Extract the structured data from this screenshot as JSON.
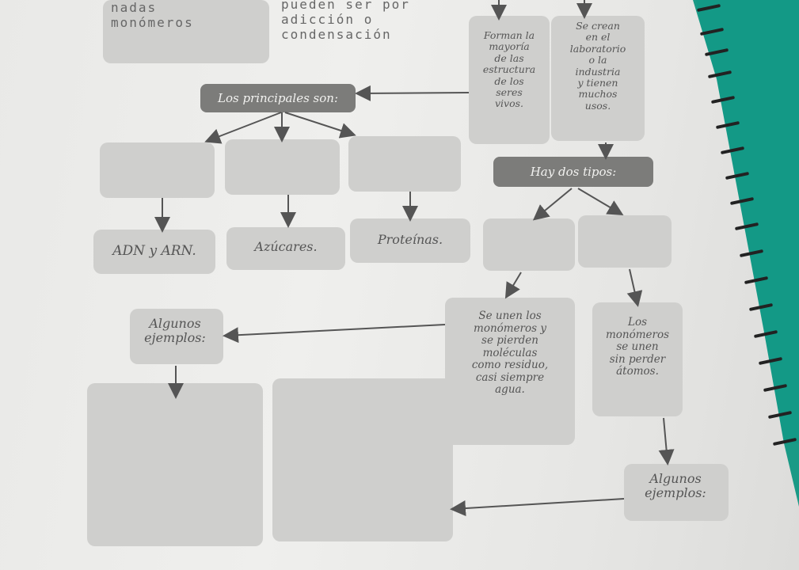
{
  "handwriting": {
    "line_a": "nadas\nmonómeros",
    "line_b": "pueden ser por\nadicción o\ncondensación"
  },
  "boxes": {
    "mayoria": "Forman la\nmayoría\nde las\nestructura\nde los\nseres\nvivos.",
    "laboratorio": "Se crean\nen el\nlaboratorio\no la\nindustria\ny tienen\nmuchos\nusos.",
    "principales": "Los principales son:",
    "dos_tipos": "Hay dos tipos:",
    "adn": "ADN y ARN.",
    "azucares": "Azúcares.",
    "proteinas": "Proteínas.",
    "algunos_left": "Algunos\nejemplos:",
    "condensacion": "Se unen los\nmonómeros y\nse pierden\nmoléculas\ncomo residuo,\ncasi siempre\nagua.",
    "adicion": "Los\nmonómeros\nse unen\nsin perder\nátomos.",
    "algunos_right": "Algunos\nejemplos:"
  }
}
